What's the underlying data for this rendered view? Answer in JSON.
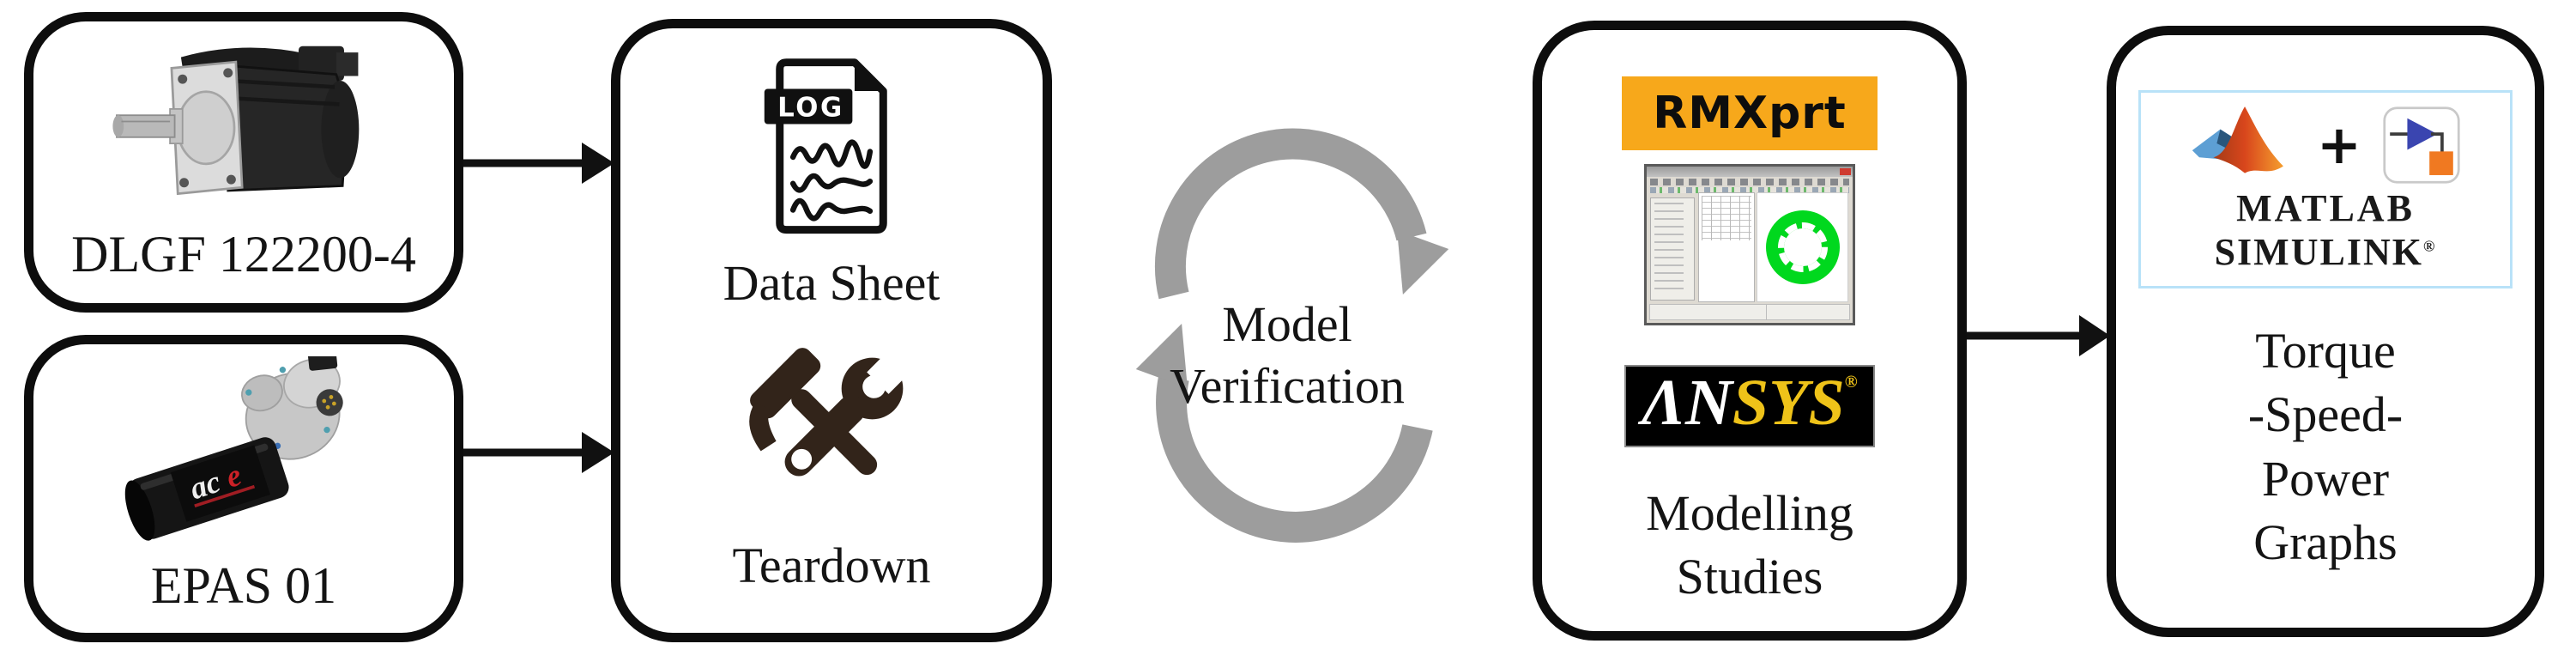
{
  "diagram": {
    "motor1": {
      "label": "DLGF 122200-4"
    },
    "motor2": {
      "label": "EPAS 01",
      "brand_prefix": "ac",
      "brand_accent": "e"
    },
    "analysis": {
      "log_badge": "LOG",
      "item1": "Data Sheet",
      "item2": "Teardown"
    },
    "verification": {
      "line1": "Model",
      "line2": "Verification"
    },
    "modelling": {
      "rmxprt": "RMXprt",
      "ansys_white": "ΛN",
      "ansys_yellow": "SYS",
      "ansys_reg": "®",
      "line1": "Modelling",
      "line2": "Studies"
    },
    "results": {
      "matlab": "MATLAB",
      "plus": "+",
      "simulink": "SIMULINK",
      "simulink_reg": "®",
      "line1": "Torque",
      "line2": "-Speed-",
      "line3": "Power",
      "line4": "Graphs"
    },
    "colors": {
      "box_border": "#0d0d0d",
      "arrow_black": "#111111",
      "cycle_gray": "#9d9d9d",
      "rmxprt_orange": "#f7a81b",
      "ansys_yellow": "#efc319",
      "ring_green": "#00d81e",
      "matlab_red": "#d8461c",
      "matlab_orange": "#f59e2e",
      "matlab_blue": "#5d9fd4",
      "simulink_blue": "#3a45b0",
      "simulink_orange": "#f07921",
      "tool_dark": "#32241a"
    }
  }
}
